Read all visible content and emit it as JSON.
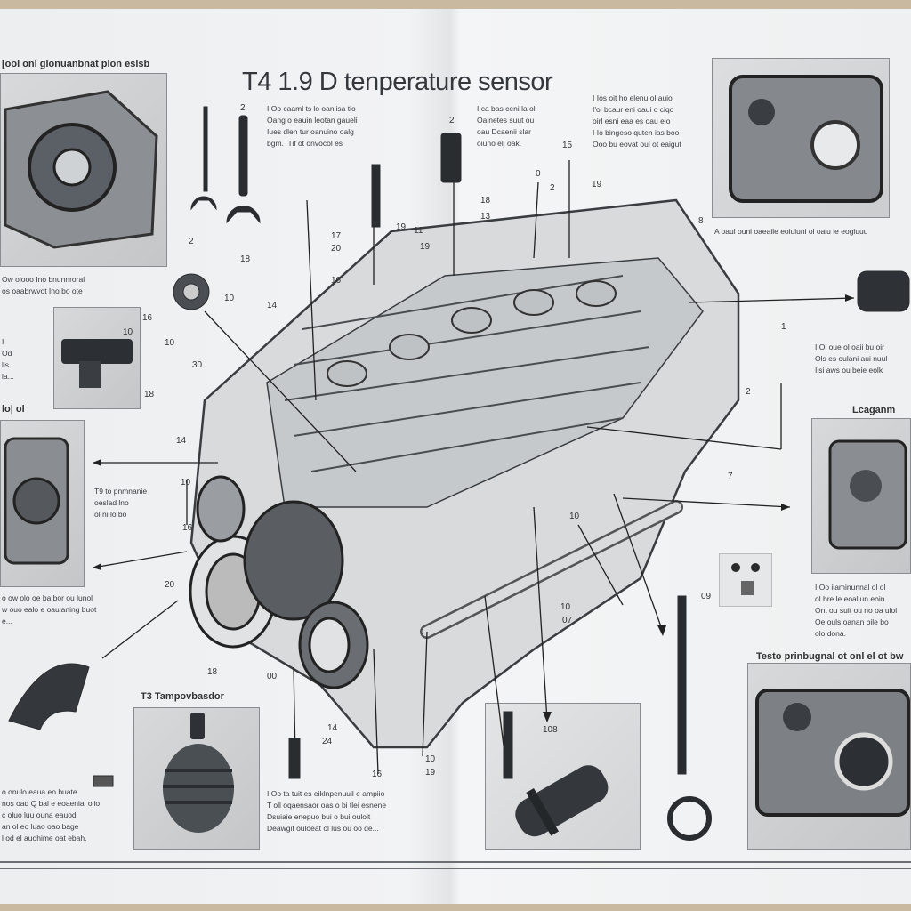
{
  "title": "T4 1.9 D tenperature sensor",
  "headings": {
    "top_left": "[ool onl glonuanbnat plon eslsb",
    "mid_left": "lo| ol",
    "bottom_sensor": "T3 Tampovbasdor",
    "right_mid": "Lcaganm",
    "right_bottom": "Testo prinbugnal ot onl el ot bw"
  },
  "texts": {
    "top_a": "I Oo caaml ts lo oaniisa tio\nOang o eauin leotan gaueli\nIues dlen tur oanuino oalg\nbgm.  Tif ot onvocol es",
    "top_b": "I ca bas ceni la oll\nOalnetes suut ou\noau Dcaenii slar\noiuno elj oak.",
    "top_c": "I Ios oit ho elenu ol auio\nI'oi bcaur eni oaui o ciqo\noirl esni eaa es oau elo\nI Io bingeso quten ias boo\nOoo bu eovat oul ot eaigut",
    "left_a": "Ow olooo Ino bnunnroral\nos oaabrwvot Ino bo ote",
    "left_b": "I\nOd\nlis\nla...",
    "left_c": "T9 to pnmnanie\noeslad lno\nol ni lo bo",
    "left_d": "o ow olo oe ba bor ou lunol\nw ouo ealo e oauianing buot\ne...",
    "bottom_left": "o onulo eaua eo buate\nnos oad Q bal e eoaenial olio\nc oluo luu ouna eauodl\nan ol eo luao oao bage\nl od el auohime oat ebah.",
    "bottom_mid": "I Oo ta tuit es eiklnpenuuil e ampiio\nT oll oqaensaor oas o bi tlei esnene\nDsuiaie enepuo bui o bui ouloit\nDeawgit ouloeat ol lus ou oo de...",
    "right_top": "A oaul ouni oaeaile eoiuiuni ol oaiu ie eogiuuu",
    "right_a": "I Oi oue ol oaii bu oir\nOls es oulani aui nuul\nIlsi aws ou beie eolk",
    "right_b": "I Oo ilaminunnal ol ol\nol bre le eoaliun eoin\nOnt ou suit ou no oa ulol\nOe ouls oanan bile bo\nolo dona."
  },
  "callouts": [
    "2",
    "2",
    "2",
    "2",
    "18",
    "17",
    "20",
    "16",
    "11",
    "19",
    "18",
    "0",
    "15",
    "19",
    "8",
    "14",
    "16",
    "10",
    "30",
    "10",
    "14",
    "10",
    "16",
    "20",
    "18",
    "10",
    "1",
    "2",
    "7",
    "09",
    "10",
    "18",
    "24",
    "14",
    "16",
    "10",
    "19",
    "108",
    "07",
    "10",
    "00",
    "19",
    "13"
  ],
  "colors": {
    "paper": "#eef0f1",
    "ink": "#2a2d30",
    "photo": "#c9cbcd"
  }
}
